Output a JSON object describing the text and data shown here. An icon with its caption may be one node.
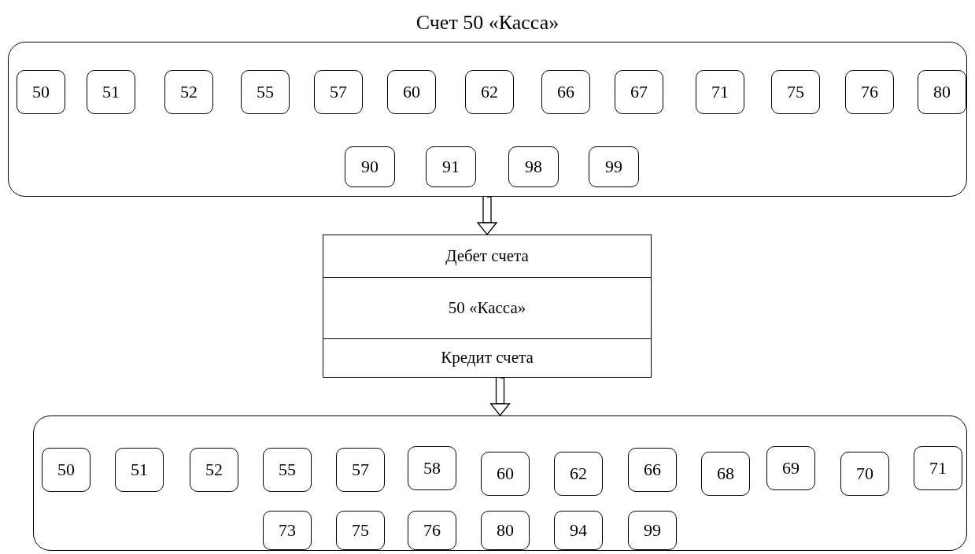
{
  "diagram": {
    "title": "Счет 50 «Касса»",
    "nodes": [
      {
        "text": [],
        "shape": "box"
      },
      {
        "text": [
          "50"
        ],
        "in": 0
      },
      {
        "text": [
          "51"
        ],
        "in": 0
      },
      {
        "text": [
          "52"
        ],
        "in": 0
      },
      {
        "text": [
          "55"
        ],
        "in": 0
      },
      {
        "text": [
          "57"
        ],
        "in": 0
      },
      {
        "text": [
          "60"
        ],
        "in": 0
      },
      {
        "text": [
          "62"
        ],
        "in": 0
      },
      {
        "text": [
          "66"
        ],
        "in": 0
      },
      {
        "text": [
          "67"
        ],
        "in": 0
      },
      {
        "text": [
          "71"
        ],
        "in": 0
      },
      {
        "text": [
          "75"
        ],
        "in": 0
      },
      {
        "text": [
          "76"
        ],
        "in": 0
      },
      {
        "text": [
          "80"
        ],
        "in": 0
      },
      {
        "text": [
          "90"
        ],
        "in": 0
      },
      {
        "text": [
          "91"
        ],
        "in": 0
      },
      {
        "text": [
          "98"
        ],
        "in": 0
      },
      {
        "text": [
          "99"
        ],
        "in": 0
      },
      {
        "text": [
          "Дебет счета",
          "50 «Касса»",
          "Кредит счета"
        ]
      },
      {
        "text": [],
        "shape": "box"
      },
      {
        "text": [
          "50"
        ],
        "in": 19
      },
      {
        "text": [
          "51"
        ],
        "in": 19
      },
      {
        "text": [
          "52"
        ],
        "in": 19
      },
      {
        "text": [
          "55"
        ],
        "in": 19
      },
      {
        "text": [
          "57"
        ],
        "in": 19
      },
      {
        "text": [
          "58"
        ],
        "in": 19
      },
      {
        "text": [
          "60"
        ],
        "in": 19
      },
      {
        "text": [
          "62"
        ],
        "in": 19
      },
      {
        "text": [
          "66"
        ],
        "in": 19
      },
      {
        "text": [
          "68"
        ],
        "in": 19
      },
      {
        "text": [
          "69"
        ],
        "in": 19
      },
      {
        "text": [
          "70"
        ],
        "in": 19
      },
      {
        "text": [
          "71"
        ],
        "in": 19
      },
      {
        "text": [
          "73"
        ],
        "in": 19
      },
      {
        "text": [
          "75"
        ],
        "in": 19
      },
      {
        "text": [
          "76"
        ],
        "in": 19
      },
      {
        "text": [
          "80"
        ],
        "in": 19
      },
      {
        "text": [
          "94"
        ],
        "in": 19
      },
      {
        "text": [
          "99"
        ],
        "in": 19
      }
    ],
    "edges": [
      {
        "from": 0,
        "to": 18,
        "arrow": "to"
      },
      {
        "from": 18,
        "to": 19,
        "arrow": "to"
      }
    ]
  }
}
